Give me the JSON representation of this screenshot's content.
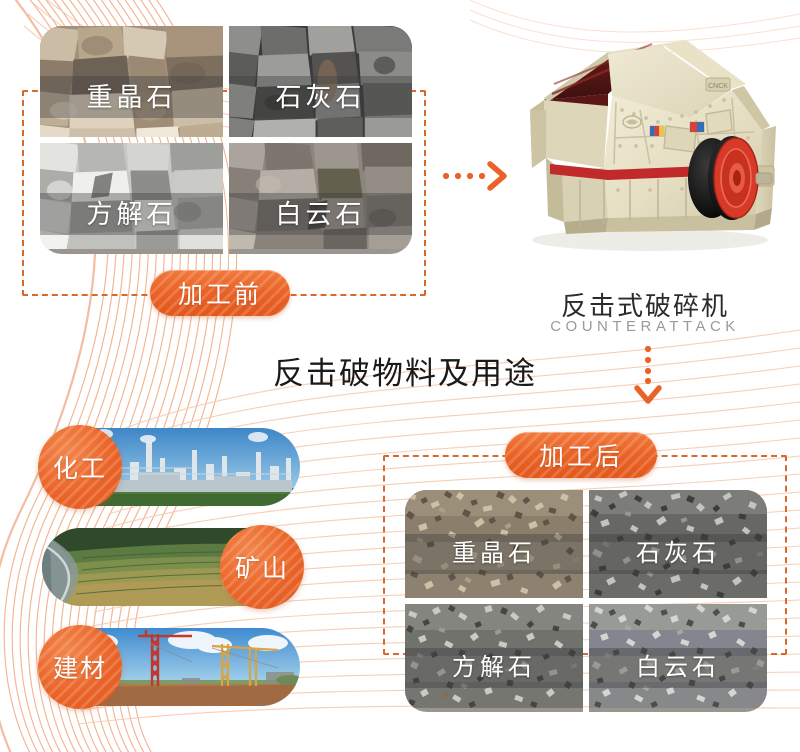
{
  "meta": {
    "headline": "反击破物料及用途"
  },
  "before_section": {
    "badge_label": "加工前",
    "tiles": [
      {
        "label": "重晶石",
        "name": "barite"
      },
      {
        "label": "石灰石",
        "name": "limestone"
      },
      {
        "label": "方解石",
        "name": "calcite"
      },
      {
        "label": "白云石",
        "name": "dolomite"
      }
    ]
  },
  "after_section": {
    "badge_label": "加工后",
    "tiles": [
      {
        "label": "重晶石",
        "name": "barite"
      },
      {
        "label": "石灰石",
        "name": "limestone"
      },
      {
        "label": "方解石",
        "name": "calcite"
      },
      {
        "label": "白云石",
        "name": "dolomite"
      }
    ]
  },
  "machine": {
    "title": "反击式破碎机",
    "subtitle": "COUNTERATTACK"
  },
  "applications": [
    {
      "label": "化工",
      "name": "chemical-industry",
      "circle_side": "left"
    },
    {
      "label": "矿山",
      "name": "mining",
      "circle_side": "right"
    },
    {
      "label": "建材",
      "name": "building-materials",
      "circle_side": "left"
    }
  ],
  "arrows": {
    "right_icon": "dotted-arrow-right-icon",
    "down_icon": "dotted-arrow-down-icon"
  },
  "colors": {
    "accent_orange": "#e8622a",
    "badge_light": "#f1793c",
    "badge_dark": "#e2581c",
    "dashed_border": "#d9682c",
    "bg_swoosh": "#f3b393",
    "title_dark": "#1a1a1a",
    "subtitle_gray": "#9a9a9a",
    "machine_body": "#e8e2cb",
    "machine_shadow": "#cfc7a8",
    "machine_hopper": "#7e1f1f",
    "machine_red_band": "#c02a2a",
    "flywheel_black": "#1c1c1c",
    "flywheel_red": "#d83a2a"
  }
}
